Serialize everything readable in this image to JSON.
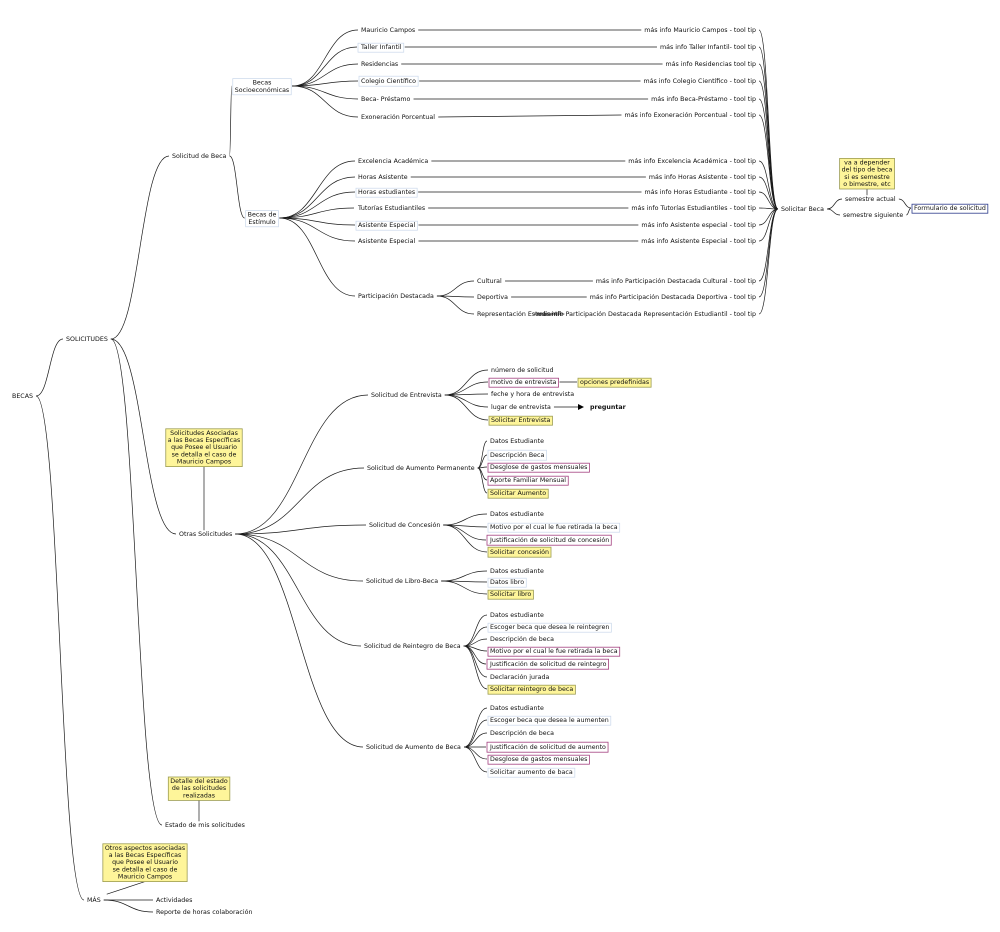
{
  "colors": {
    "edge": "#1a1a1a",
    "plain_border": "#c9d7ea",
    "pink_border": "#a4407f",
    "yellow_fill": "#fef59a",
    "yellow_border": "#9c9c52",
    "blue_border": "#2b3a8a",
    "alert_text": "#e01010"
  },
  "tree": {
    "root": "BECAS",
    "solicitudes": "SOLICITUDES",
    "solicitud_beca": "Solicitud de Beca",
    "becas_socio": "Becas Socioeconómicas",
    "becas_estimulo": "Becas de Estímulo",
    "socio_items": [
      "Mauricio Campos",
      "Taller Infantil",
      "Residencias",
      "Colegio Científico",
      "Beca- Préstamo",
      "Exoneración Porcentual"
    ],
    "estimulo_items": [
      "Excelencia Académica",
      "Horas Asistente",
      "Horas estudiantes",
      "Tutorías Estudiantiles",
      "Asistente Especial",
      "Asistente Especial"
    ],
    "participacion": "Participación Destacada",
    "participacion_items": [
      "Cultural",
      "Deportiva",
      "Representación Estudiantil"
    ],
    "tooltips": [
      "más info Mauricio Campos - tool tip",
      "más info Taller Infantil- tool tip",
      "más info Residencias tool tip",
      "más info Colegio Científico - tool tip",
      "más info Beca-Préstamo - tool tip",
      "más info Exoneración Porcentual -  tool tip",
      "más info Excelencia Académica - tool tip",
      "más info Horas Asistente - tool tip",
      "más info Horas Estudiante - tool tip",
      "más info Tutorías Estudiantiles - tool tip",
      "más info Asistente especial - tool tip",
      "más info Asistente Especial - tool tip",
      "más info Participación Destacada Cultural - tool tip",
      "más info Participación Destacada Deportiva - tool tip",
      "más info Participación Destacada Representación Estudiantil - tool tip"
    ],
    "solicitar_beca": "Solicitar Beca",
    "semestre_note": "va a depender del tipo de beca si es semestre o bimestre, etc",
    "semestre_actual": "semestre actual",
    "semestre_siguiente": "semestre siguiente",
    "formulario": "Formulario de solicitud",
    "otras_note": "Solicitudes Asociadas a las Becas Específicas que Posee el Usuario se detalla el caso de Mauricio Campos",
    "otras": "Otras Solicitudes",
    "entrevista": {
      "title": "Solicitud de Entrevista",
      "items": [
        "número de solicitud",
        "motivo de entrevista",
        "feche y hora de entrevista",
        "lugar de entrevista",
        "Solicitar Entrevista"
      ],
      "opciones": "opciones predefinidas",
      "preguntar": "preguntar"
    },
    "aumento_perm": {
      "title": "Solicitud de Aumento Permanente",
      "items": [
        "Datos Estudiante",
        "Descripción Beca",
        "Desglose de gastos mensuales",
        "Aporte Familiar Mensual",
        "Solicitar Aumento"
      ]
    },
    "concesion": {
      "title": "Solicitud de Concesión",
      "items": [
        "Datos estudiante",
        "Motivo por el cual le fue retirada la beca",
        "Justificación de solicitud de concesión",
        "Solicitar concesión"
      ]
    },
    "libro": {
      "title": "Solicitud de Libro-Beca",
      "items": [
        "Datos estudiante",
        "Datos libro",
        "Solicitar libro"
      ]
    },
    "reintegro": {
      "title": "Solicitud de Reintegro de Beca",
      "items": [
        "Datos estudiante",
        "Escoger beca que desea le reintegren",
        "Descripción de beca",
        "Motivo por el cual le fue retirada la beca",
        "Justificación de solicitud de reintegro",
        "Declaración jurada",
        "Solicitar reintegro de beca"
      ]
    },
    "aumento_beca": {
      "title": "Solicitud de Aumento de Beca",
      "items": [
        "Datos estudiante",
        "Escoger beca que desea le aumenten",
        "Descripción de beca",
        "Justificación de solicitud de aumento",
        "Desglose de gastos mensuales",
        "Solicitar aumento de baca"
      ]
    },
    "estado_note": "Detalle del estado de las solicitudes realizadas",
    "estado": "Estado de mis solicitudes",
    "mas_note": "Otros aspectos asociadas a las Becas Específicas que Posee el Usuario se detalla el caso de Mauricio Campos",
    "mas": "MÁS",
    "mas_items": [
      "Actividades",
      "Reporte de horas colaboración"
    ]
  }
}
